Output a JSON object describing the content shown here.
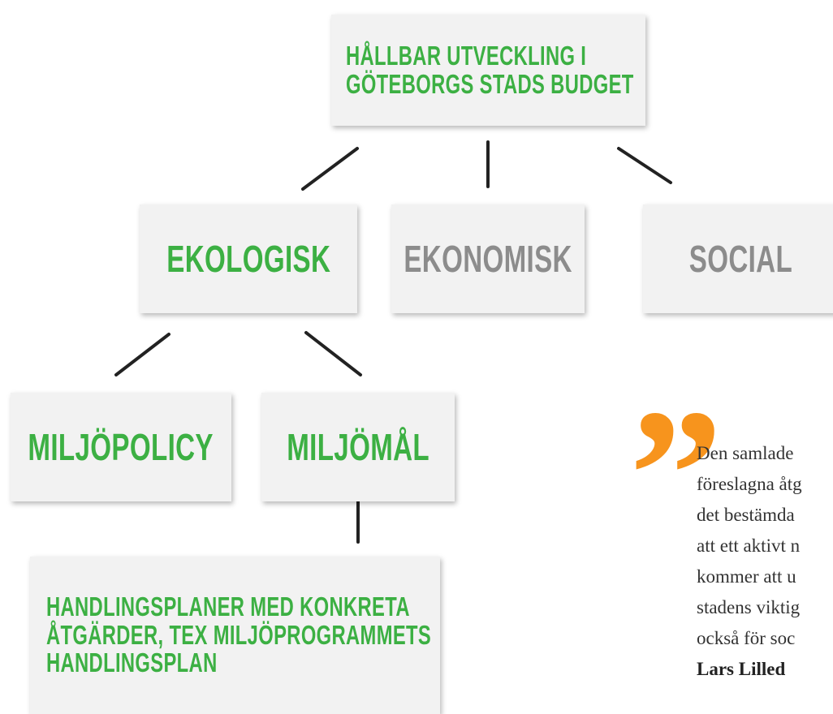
{
  "nodes": {
    "root": [
      "Hållbar utveckling i",
      "Göteborgs stads budget"
    ],
    "ekologisk": "Ekologisk",
    "ekonomisk": "Ekonomisk",
    "social": "Social",
    "miljopolicy": "Miljöpolicy",
    "miljomal": "Miljömål",
    "handlingsplaner": [
      "Handlingsplaner med konkreta",
      "åtgärder, tex miljöprogrammets",
      "handlingsplan"
    ]
  },
  "quote": {
    "mark": "”",
    "lines": [
      "Den samlade",
      "föreslagna åtg",
      "det bestämda",
      "att ett aktivt n",
      "kommer att u",
      "stadens viktig",
      "också för soc"
    ],
    "author": "Lars Lilled"
  },
  "colors": {
    "green": "#3cb043",
    "gray": "#8c8c8c",
    "orange": "#f7941d",
    "box": "#f2f2f2"
  }
}
